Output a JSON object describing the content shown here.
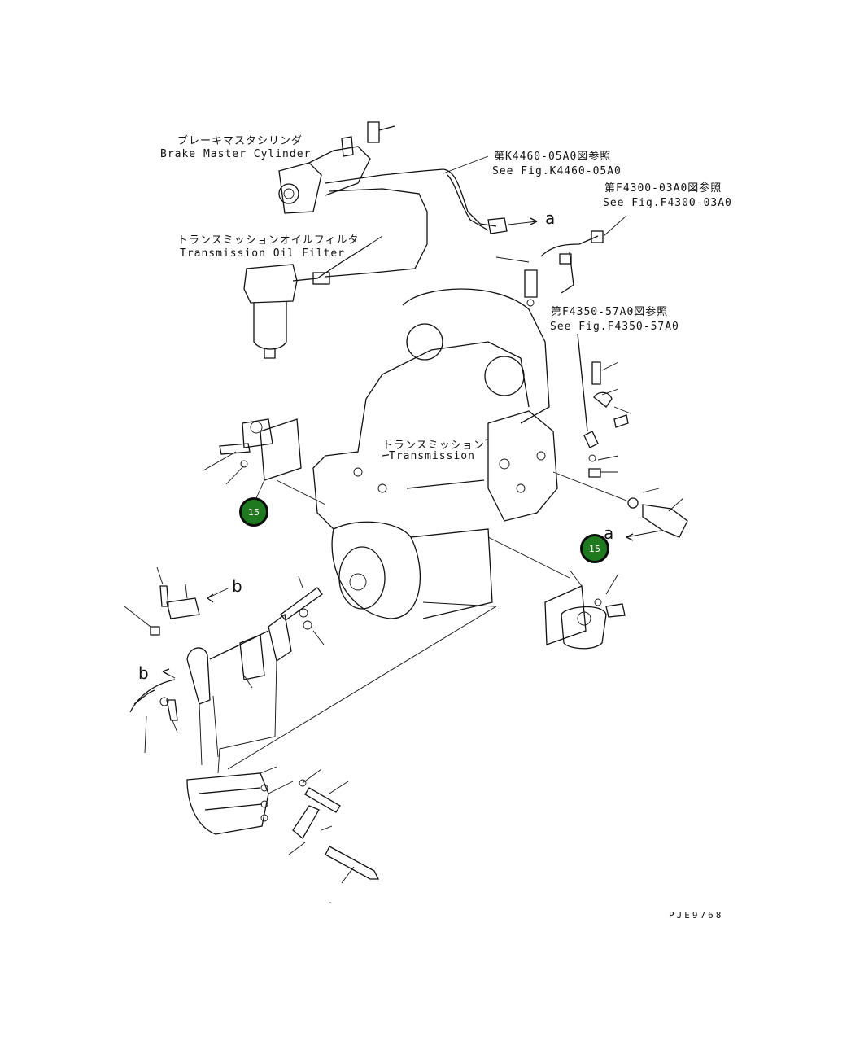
{
  "labels": {
    "brake_master_jp": "ブレーキマスタシリンダ",
    "brake_master_en": "Brake Master Cylinder",
    "ref_k4460_jp": "第K4460-05A0図参照",
    "ref_k4460_en": "See Fig.K4460-05A0",
    "ref_f4300_jp": "第F4300-03A0図参照",
    "ref_f4300_en": "See Fig.F4300-03A0",
    "trans_filter_jp": "トランスミッションオイルフィルタ",
    "trans_filter_en": "Transmission Oil Filter",
    "ref_f4350_jp": "第F4350-57A0図参照",
    "ref_f4350_en": "See Fig.F4350-57A0",
    "transmission_jp": "トランスミッション",
    "transmission_en": "Transmission"
  },
  "letters": {
    "a_top": "a",
    "a_right": "a",
    "b_upper": "b",
    "b_left": "b"
  },
  "hotspots": [
    {
      "label": "15"
    },
    {
      "label": "15"
    }
  ],
  "drawing_code": "PJE9768",
  "dash_mark": "-"
}
